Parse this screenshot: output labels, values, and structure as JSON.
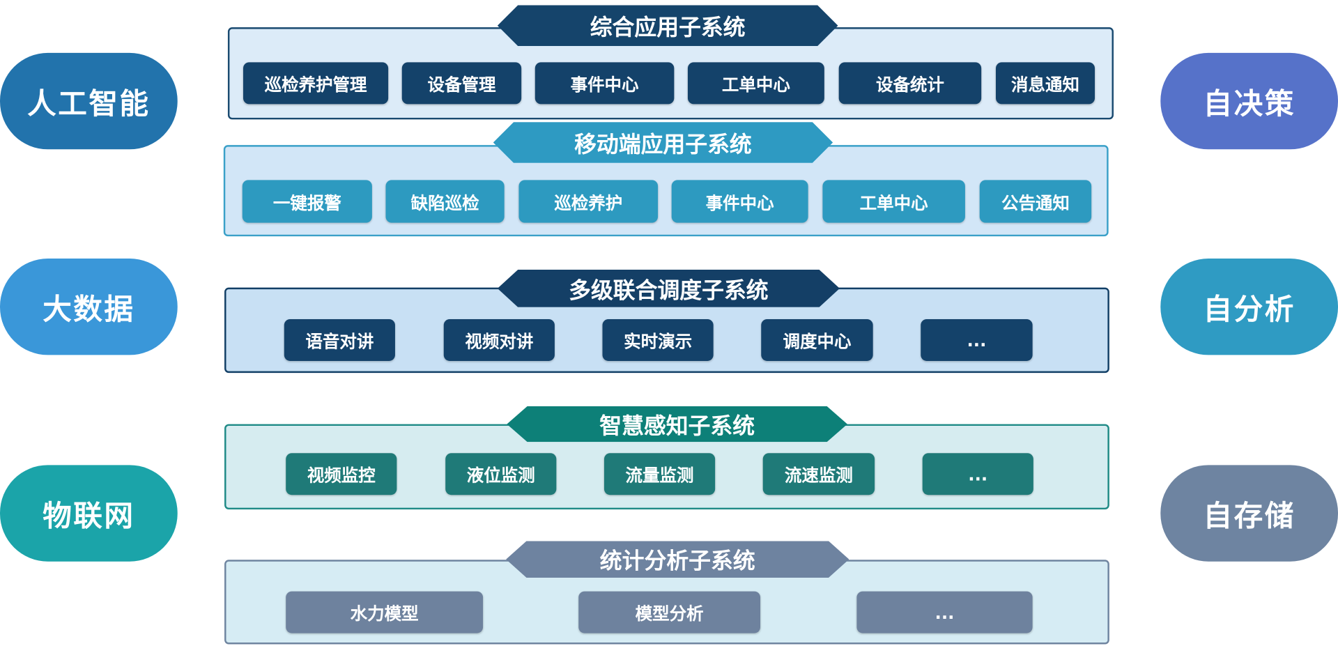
{
  "left_pills": [
    {
      "label": "人工智能",
      "color": "#2273ac"
    },
    {
      "label": "大数据",
      "color": "#3a97d9"
    },
    {
      "label": "物联网",
      "color": "#1ba4a9"
    }
  ],
  "right_pills": [
    {
      "label": "自决策",
      "color": "#5672c9"
    },
    {
      "label": "自分析",
      "color": "#2f9bc3"
    },
    {
      "label": "自存储",
      "color": "#6e84a1"
    }
  ],
  "subsystems": [
    {
      "title": "综合应用子系统",
      "banner_color": "#15446b",
      "border_color": "#1a4a70",
      "fill_color": "#dcebf8",
      "button_color": "#14426a",
      "buttons": [
        "巡检养护管理",
        "设备管理",
        "事件中心",
        "工单中心",
        "设备统计",
        "消息通知"
      ]
    },
    {
      "title": "移动端应用子系统",
      "banner_color": "#2e9ac2",
      "border_color": "#3aa0c8",
      "fill_color": "#d2e6f7",
      "button_color": "#2d9ac0",
      "buttons": [
        "一键报警",
        "缺陷巡检",
        "巡检养护",
        "事件中心",
        "工单中心",
        "公告通知"
      ]
    },
    {
      "title": "多级联合调度子系统",
      "banner_color": "#143f66",
      "border_color": "#123f66",
      "fill_color": "#c8e0f4",
      "button_color": "#14426a",
      "buttons": [
        "语音对讲",
        "视频对讲",
        "实时演示",
        "调度中心",
        "..."
      ]
    },
    {
      "title": "智慧感知子系统",
      "banner_color": "#0d8078",
      "border_color": "#1f8a86",
      "fill_color": "#d6ecf0",
      "button_color": "#1f7a78",
      "buttons": [
        "视频监控",
        "液位监测",
        "流量监测",
        "流速监测",
        "..."
      ]
    },
    {
      "title": "统计分析子系统",
      "banner_color": "#6e83a0",
      "border_color": "#6f85a0",
      "fill_color": "#d6ecf4",
      "button_color": "#6e829e",
      "buttons": [
        "水力模型",
        "模型分析",
        "..."
      ]
    }
  ]
}
